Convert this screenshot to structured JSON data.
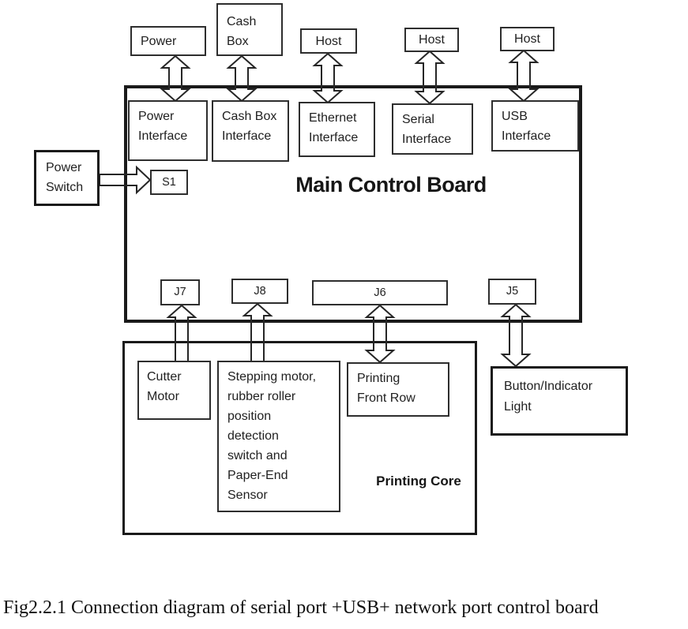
{
  "external_devices": {
    "power": "Power",
    "cash_box": "Cash\nBox",
    "host_ethernet": "Host",
    "host_serial": "Host",
    "host_usb": "Host",
    "power_switch": "Power\nSwitch",
    "button_indicator_light": "Button/Indicator\nLight"
  },
  "main_control_board": {
    "title": "Main Control Board",
    "interfaces": {
      "power": "Power\nInterface",
      "cash_box": "Cash Box\nInterface",
      "ethernet": "Ethernet\nInterface",
      "serial": "Serial\nInterface",
      "usb": "USB\nInterface"
    },
    "connectors": {
      "s1": "S1",
      "j7": "J7",
      "j8": "J8",
      "j6": "J6",
      "j5": "J5"
    }
  },
  "printing_core": {
    "label": "Printing Core",
    "components": {
      "cutter_motor": "Cutter\nMotor",
      "stepping_motor_sensors": "Stepping motor,\nrubber roller\nposition\ndetection\nswitch and\nPaper-End\nSensor",
      "printing_front_row": "Printing\nFront Row"
    }
  },
  "connections": [
    {
      "from": "Power",
      "to": "Power Interface",
      "direction": "bidirectional"
    },
    {
      "from": "Cash Box",
      "to": "Cash Box Interface",
      "direction": "bidirectional"
    },
    {
      "from": "Host",
      "to": "Ethernet Interface",
      "direction": "bidirectional"
    },
    {
      "from": "Host",
      "to": "Serial Interface",
      "direction": "bidirectional"
    },
    {
      "from": "Host",
      "to": "USB Interface",
      "direction": "bidirectional"
    },
    {
      "from": "Power Switch",
      "to": "S1",
      "direction": "unidirectional"
    },
    {
      "from": "Cutter Motor",
      "to": "J7",
      "direction": "unidirectional"
    },
    {
      "from": "Stepping motor, rubber roller position detection switch and Paper-End Sensor",
      "to": "J8",
      "direction": "unidirectional"
    },
    {
      "from": "J6",
      "to": "Printing Front Row",
      "direction": "bidirectional"
    },
    {
      "from": "J5",
      "to": "Button/Indicator Light",
      "direction": "bidirectional"
    }
  ],
  "caption": "Fig2.2.1 Connection diagram of serial port +USB+ network port control board",
  "colors": {
    "line": "#262626",
    "thick_line": "#1a1a1a",
    "text": "#1f1f1f",
    "background": "#ffffff"
  }
}
